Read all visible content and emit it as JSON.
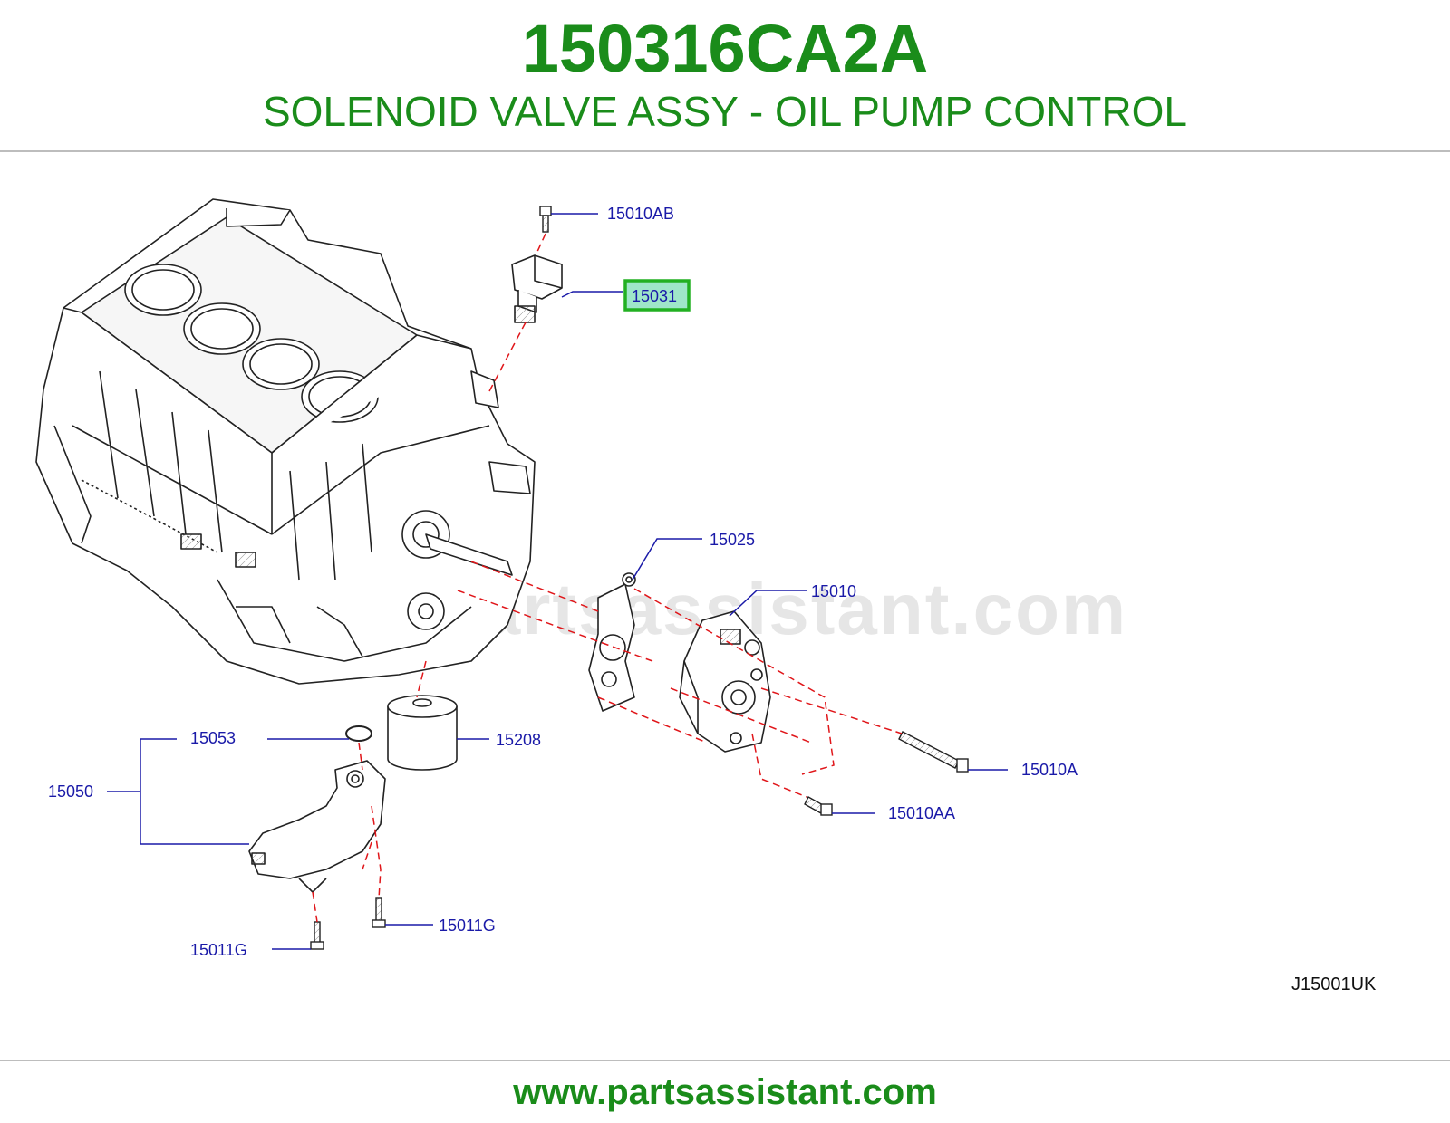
{
  "header": {
    "part_number": "150316CA2A",
    "description": "SOLENOID VALVE ASSY - OIL PUMP CONTROL"
  },
  "diagram": {
    "callouts": {
      "c15010AB": "15010AB",
      "c15031": "15031",
      "c15025": "15025",
      "c15010": "15010",
      "c15053": "15053",
      "c15208": "15208",
      "c15050": "15050",
      "c15010A": "15010A",
      "c15010AA": "15010AA",
      "c15011G_right": "15011G",
      "c15011G_left": "15011G"
    },
    "highlighted_part": "15031",
    "watermark": "www.partsassistant.com",
    "reference_code": "J15001UK"
  },
  "footer": {
    "website": "www.partsassistant.com"
  },
  "colors": {
    "brand_green": "#1a8c1a",
    "callout_blue": "#1a1aa8",
    "highlight_fill": "#9fe6c9",
    "highlight_border": "#22b022",
    "dashed_leader": "#e0161a"
  }
}
